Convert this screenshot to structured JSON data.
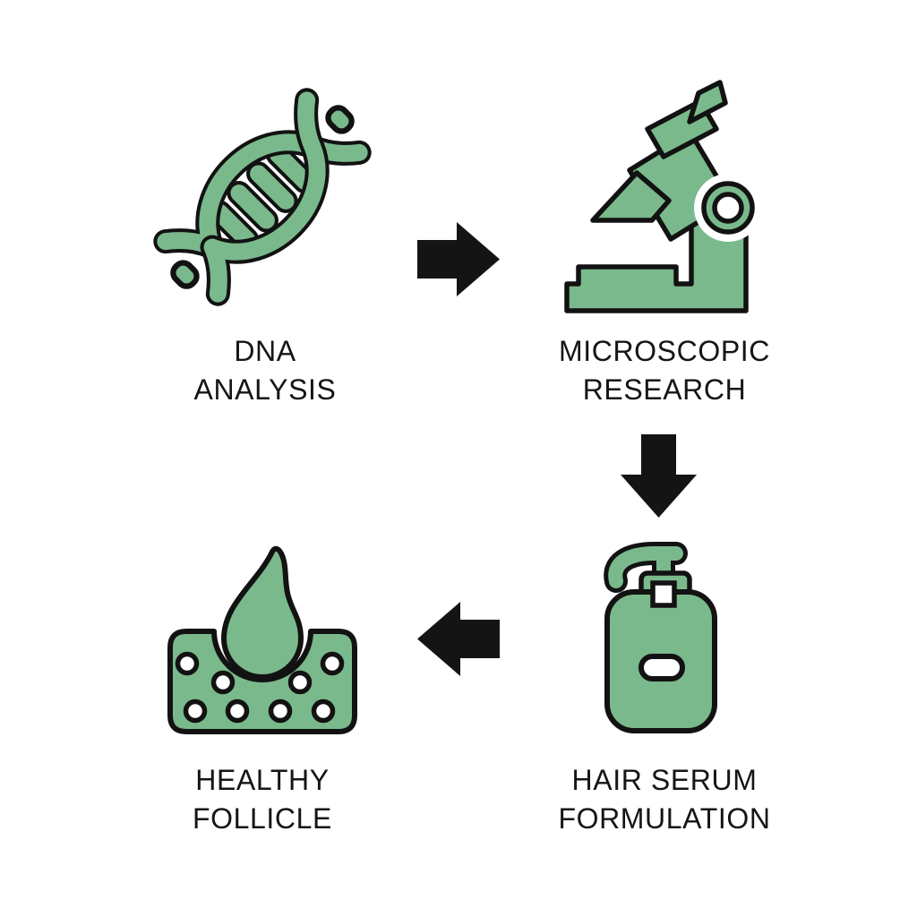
{
  "diagram": {
    "type": "process-flow",
    "steps": [
      {
        "id": "dna-analysis",
        "icon": "dna-helix-icon",
        "label_line1": "DNA",
        "label_line2": "ANALYSIS"
      },
      {
        "id": "microscopic-research",
        "icon": "microscope-icon",
        "label_line1": "MICROSCOPIC",
        "label_line2": "RESEARCH"
      },
      {
        "id": "hair-serum-formulation",
        "icon": "pump-bottle-icon",
        "label_line1": "HAIR SERUM",
        "label_line2": "FORMULATION"
      },
      {
        "id": "healthy-follicle",
        "icon": "hair-follicle-icon",
        "label_line1": "HEALTHY",
        "label_line2": "FOLLICLE"
      }
    ],
    "arrows": [
      {
        "from": "dna-analysis",
        "to": "microscopic-research",
        "direction": "right"
      },
      {
        "from": "microscopic-research",
        "to": "hair-serum-formulation",
        "direction": "down"
      },
      {
        "from": "hair-serum-formulation",
        "to": "healthy-follicle",
        "direction": "left"
      }
    ],
    "colors": {
      "background": "#ffffff",
      "icon_green": "#7ab98c",
      "outline_ink": "#121212",
      "arrow_ink": "#141414",
      "label_ink": "#151515"
    }
  }
}
